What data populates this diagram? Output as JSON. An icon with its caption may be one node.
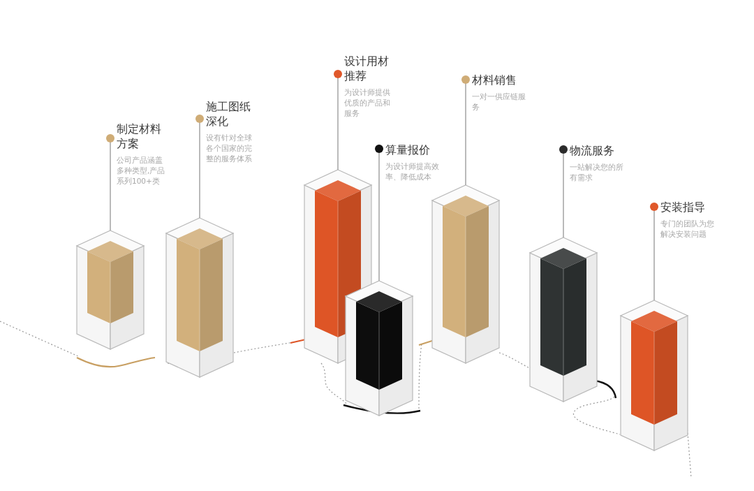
{
  "diagram": {
    "nodes": [
      {
        "text": [
          "制定材料方案",
          "公司产品涵盖多种类型,产品系列100+类"
        ]
      },
      {
        "text": [
          "施工图纸深化",
          "设有针对全球各个国家的完整的服务体系"
        ]
      },
      {
        "text": [
          "设计用材推荐",
          "为设计师提供优质的产品和服务"
        ]
      },
      {
        "text": [
          "算量报价",
          "为设计师提高效率、降低成本"
        ]
      },
      {
        "text": [
          "材料销售",
          "一对一供应链服务"
        ]
      },
      {
        "text": [
          "物流服务",
          "一站解决您的所有需求"
        ]
      },
      {
        "text": [
          "安装指导",
          "专门的团队为您解决安装问题"
        ]
      },
      {
        "text": [],
        "shape": "bar"
      },
      {
        "text": [],
        "shape": "bar"
      },
      {
        "text": [],
        "shape": "bar"
      },
      {
        "text": [],
        "shape": "bar"
      },
      {
        "text": [],
        "shape": "bar"
      },
      {
        "text": [],
        "shape": "bar"
      },
      {
        "text": [],
        "shape": "bar"
      }
    ],
    "edges": [
      {
        "from": 0,
        "to": 7,
        "arrow": "other"
      },
      {
        "from": 1,
        "to": 8,
        "arrow": "other"
      },
      {
        "from": 2,
        "to": 9,
        "arrow": "other"
      },
      {
        "from": 3,
        "to": 10,
        "arrow": "other"
      },
      {
        "from": 4,
        "to": 11,
        "arrow": "other"
      },
      {
        "from": 5,
        "to": 12,
        "arrow": "other"
      },
      {
        "from": 6,
        "to": 13,
        "arrow": "other"
      }
    ]
  }
}
